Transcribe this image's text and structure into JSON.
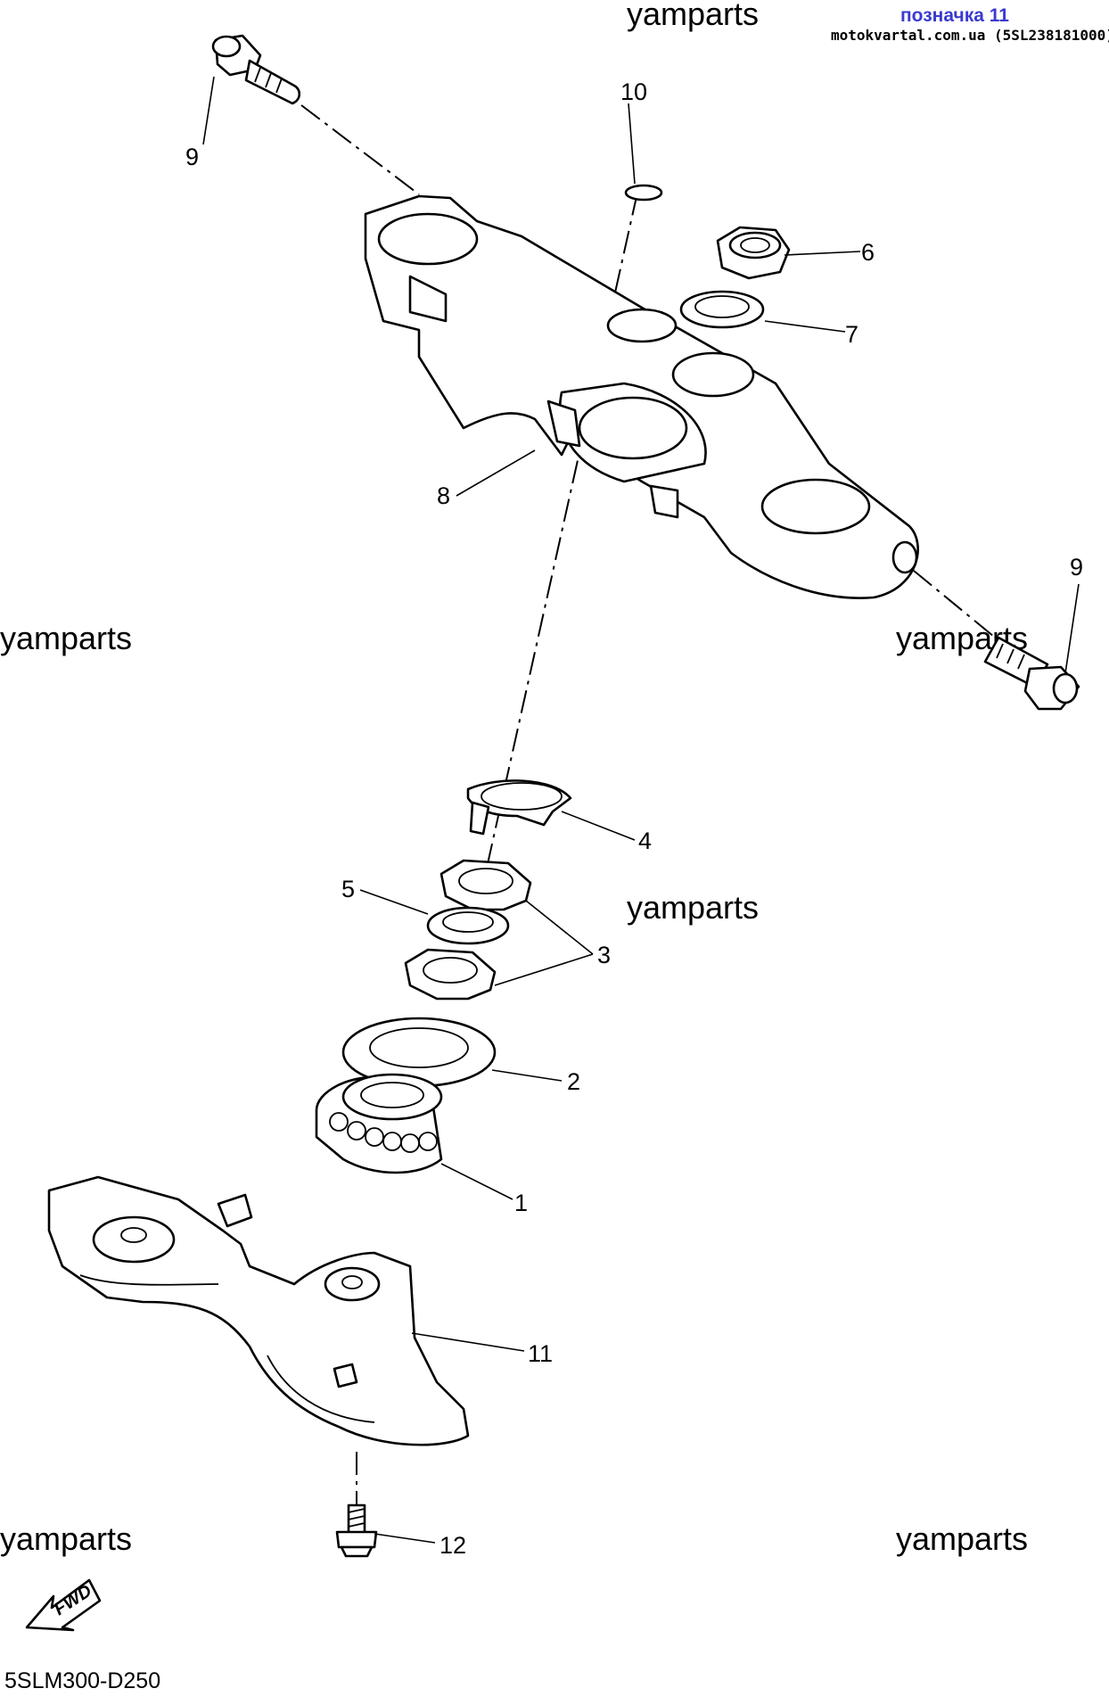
{
  "header": {
    "title": "позначка 11",
    "source": "motokvartal.com.ua (5SL238181000)"
  },
  "watermarks": [
    "yamparts",
    "yamparts",
    "yamparts",
    "yamparts",
    "yamparts",
    "yamparts"
  ],
  "callouts": [
    "10",
    "9",
    "6",
    "7",
    "8",
    "9",
    "4",
    "5",
    "3",
    "2",
    "1",
    "11",
    "12"
  ],
  "footer": {
    "fwd": "FWD",
    "code": "5SLM300-D250"
  }
}
